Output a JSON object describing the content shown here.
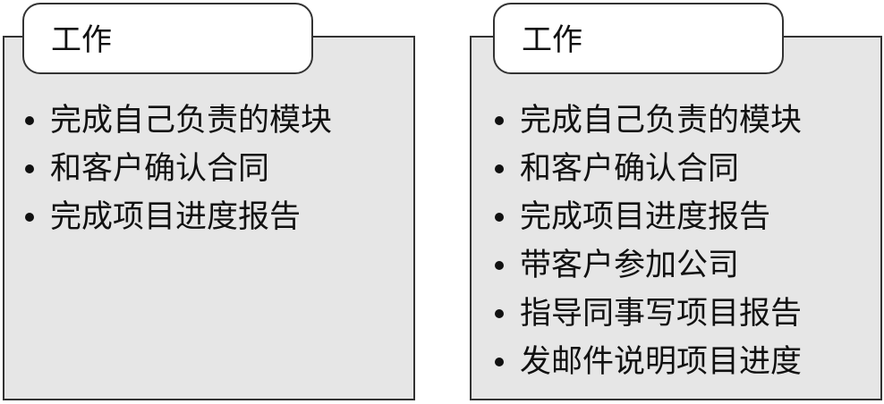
{
  "left_box": {
    "title": "工作",
    "items": [
      "完成自己负责的模块",
      "和客户确认合同",
      "完成项目进度报告"
    ]
  },
  "right_box": {
    "title": "工作",
    "items": [
      "完成自己负责的模块",
      "和客户确认合同",
      "完成项目进度报告",
      "带客户参加公司",
      "指导同事写项目报告",
      "发邮件说明项目进度"
    ]
  }
}
